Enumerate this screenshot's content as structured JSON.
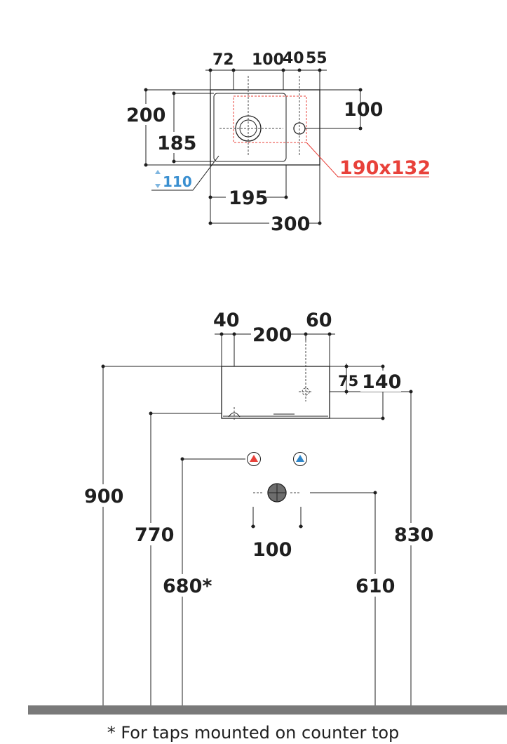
{
  "top_view": {
    "labels": {
      "w72": "72",
      "w100": "100",
      "w40": "40",
      "w55": "55",
      "h200": "200",
      "h185": "185",
      "r100": "100",
      "depth": "110",
      "basin_area": "190x132",
      "w195": "195",
      "w300": "300"
    },
    "colors": {
      "basin_area": "#e8413a",
      "depth": "#3a8fd0"
    }
  },
  "front_view": {
    "labels": {
      "t40": "40",
      "t200": "200",
      "t60": "60",
      "s75": "75",
      "s140": "140",
      "h900": "900",
      "h770": "770",
      "h680": "680*",
      "w100": "100",
      "h830": "830",
      "h610": "610"
    },
    "colors": {
      "hot": "#e8413a",
      "cold": "#2f86c9",
      "floor": "#7a7a7a"
    }
  },
  "footnote": "* For taps mounted on counter top"
}
